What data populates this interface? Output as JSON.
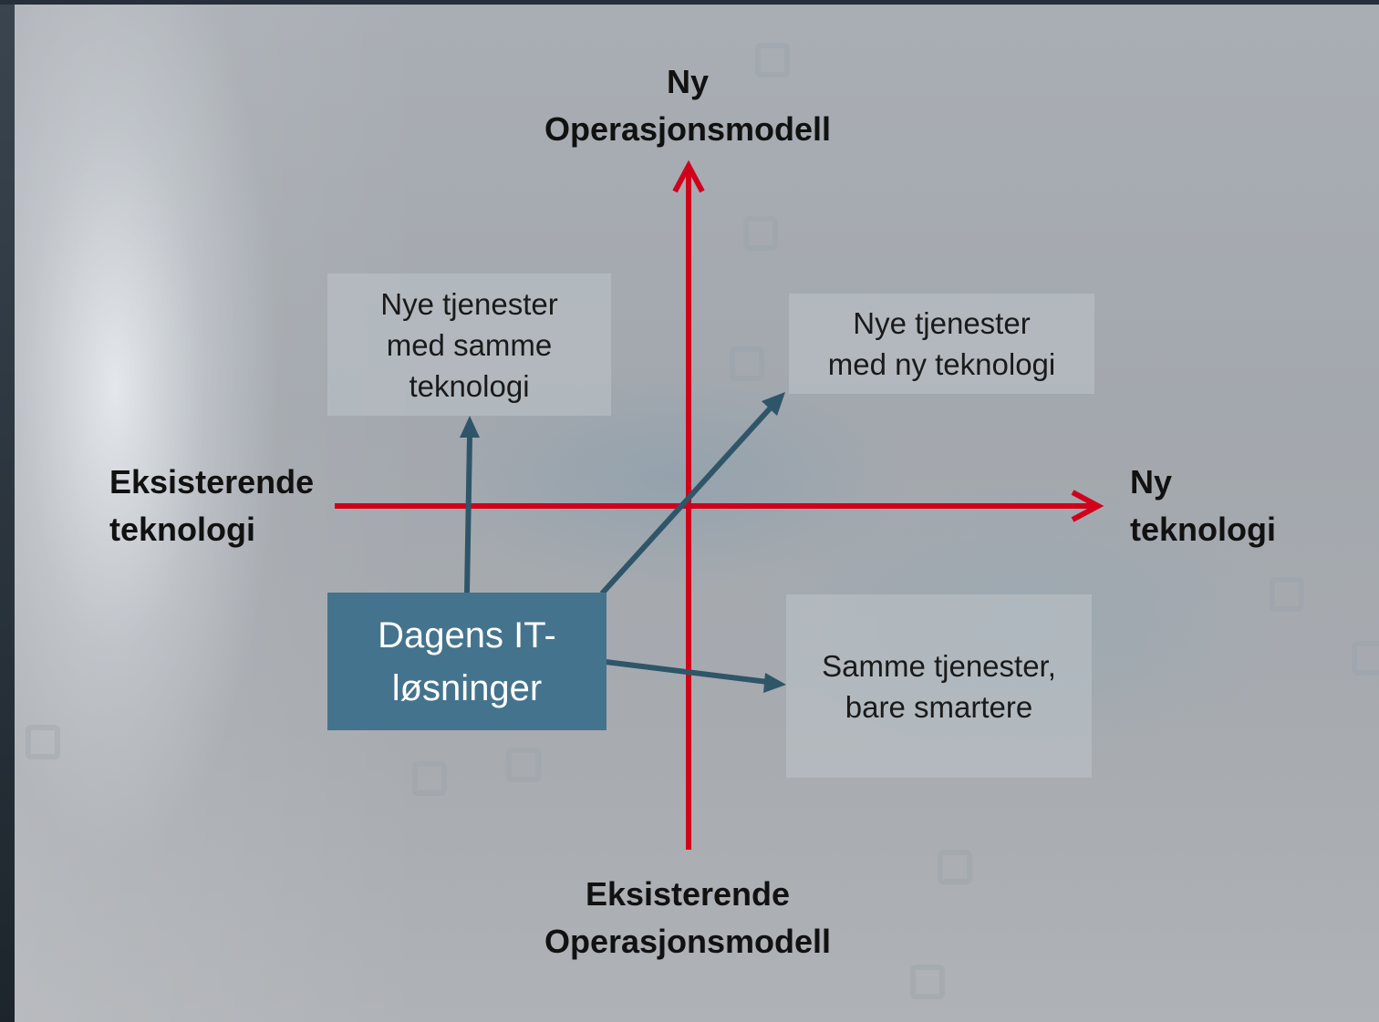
{
  "axes": {
    "top_label": "Ny\nOperasjonsmodell",
    "bottom_label": "Eksisterende\nOperasjonsmodell",
    "left_label": "Eksisterende\nteknologi",
    "right_label": "Ny\nteknologi"
  },
  "quadrants": {
    "top_left": "Nye tjenester\nmed samme\nteknologi",
    "top_right": "Nye tjenester\nmed ny teknologi",
    "bottom_right": "Samme tjenester,\nbare smartere"
  },
  "current_box": "Dagens IT-\nløsninger",
  "colors": {
    "axis": "#d0021b",
    "connector": "#2f5568",
    "current_box_fill": "#44738e",
    "quadrant_box_fill": "#c3c8cd"
  }
}
